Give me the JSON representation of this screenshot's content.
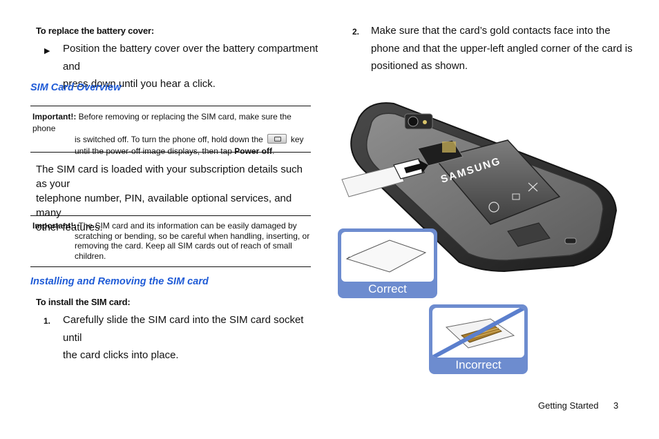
{
  "left_column": {
    "battery_cover_heading": "To replace the battery cover:",
    "battery_cover_step_line1": "Position the battery cover over the battery compartment and",
    "battery_cover_step_line2": "press down until you hear a click.",
    "sim_overview_heading": "SIM Card Overview",
    "important_label_1": "Important!:",
    "important_1_line1": "Before removing or replacing the SIM card, make sure the phone",
    "important_1_line2a": "is switched off. To turn the phone off, hold down the",
    "important_1_line2b": "key",
    "important_1_line3a": "until the power-off image displays, then tap",
    "important_1_line3b": "Power off",
    "important_1_line3c": ".",
    "sim_intro_line1": "The SIM card is loaded with your subscription details such as your",
    "sim_intro_line2": "telephone number, PIN, available optional services, and many",
    "sim_intro_line3": "other features.",
    "important_label_2": "Important!:",
    "important_2_line1": "The SIM card and its information can be easily damaged by",
    "important_2_line2": "scratching or bending, so be careful when handling, inserting, or",
    "important_2_line3": "removing the card. Keep all SIM cards out of reach of small",
    "important_2_line4": "children.",
    "installing_heading": "Installing and Removing the SIM card",
    "install_label": "To install the SIM card:",
    "step1_num": "1.",
    "step1_line1": "Carefully slide the SIM card into the SIM card socket until",
    "step1_line2": "the card clicks into place."
  },
  "right_column": {
    "step2_num": "2.",
    "step2_line1": "Make sure that the card’s gold contacts face into the",
    "step2_line2": "phone and that the upper-left angled corner of the card is",
    "step2_line3": "positioned as shown."
  },
  "illustration": {
    "battery_brand": "SAMSUNG",
    "correct_label": "Correct",
    "incorrect_label": "Incorrect",
    "badge_color": "#6d8ccf",
    "prohibit_color": "#5b7fcd"
  },
  "footer": {
    "section": "Getting Started",
    "page": "3"
  }
}
